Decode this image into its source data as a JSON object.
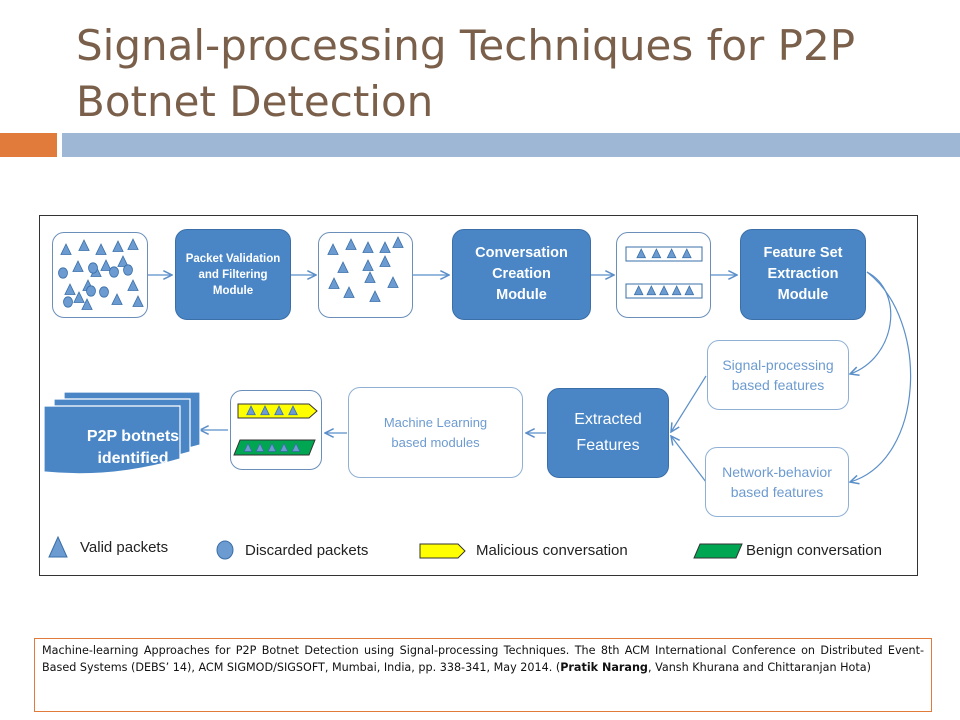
{
  "title": "Signal-processing Techniques for P2P Botnet Detection",
  "colors": {
    "title": "#7a5f4a",
    "accent_bar": "#e07b3c",
    "main_bar": "#9db7d5",
    "module_fill": "#4a86c6",
    "packet_fill": "#6b9bd1",
    "malicious": "#ffff00",
    "benign": "#00a651"
  },
  "diagram": {
    "modules": {
      "packet_filter": "Packet Validation and Filtering Module",
      "conversation": "Conversation Creation Module",
      "feature_set": "Feature Set Extraction Module",
      "extracted": "Extracted Features"
    },
    "features": {
      "signal": "Signal-processing based features",
      "network": "Network-behavior based features"
    },
    "ml_modules": "Machine Learning based modules",
    "result": "P2P botnets identified"
  },
  "legend": {
    "valid": "Valid packets",
    "discarded": "Discarded packets",
    "malicious": "Malicious conversation",
    "benign": "Benign conversation"
  },
  "citation": {
    "text_before": "Machine-learning Approaches for P2P Botnet Detection using Signal-processing Techniques. The 8th ACM International Conference on Distributed Event-Based Systems (DEBS’ 14), ACM SIGMOD/SIGSOFT, Mumbai, India, pp. 338-341,  May 2014. (",
    "author_bold": "Pratik Narang",
    "text_after": ", Vansh Khurana and Chittaranjan Hota)"
  }
}
